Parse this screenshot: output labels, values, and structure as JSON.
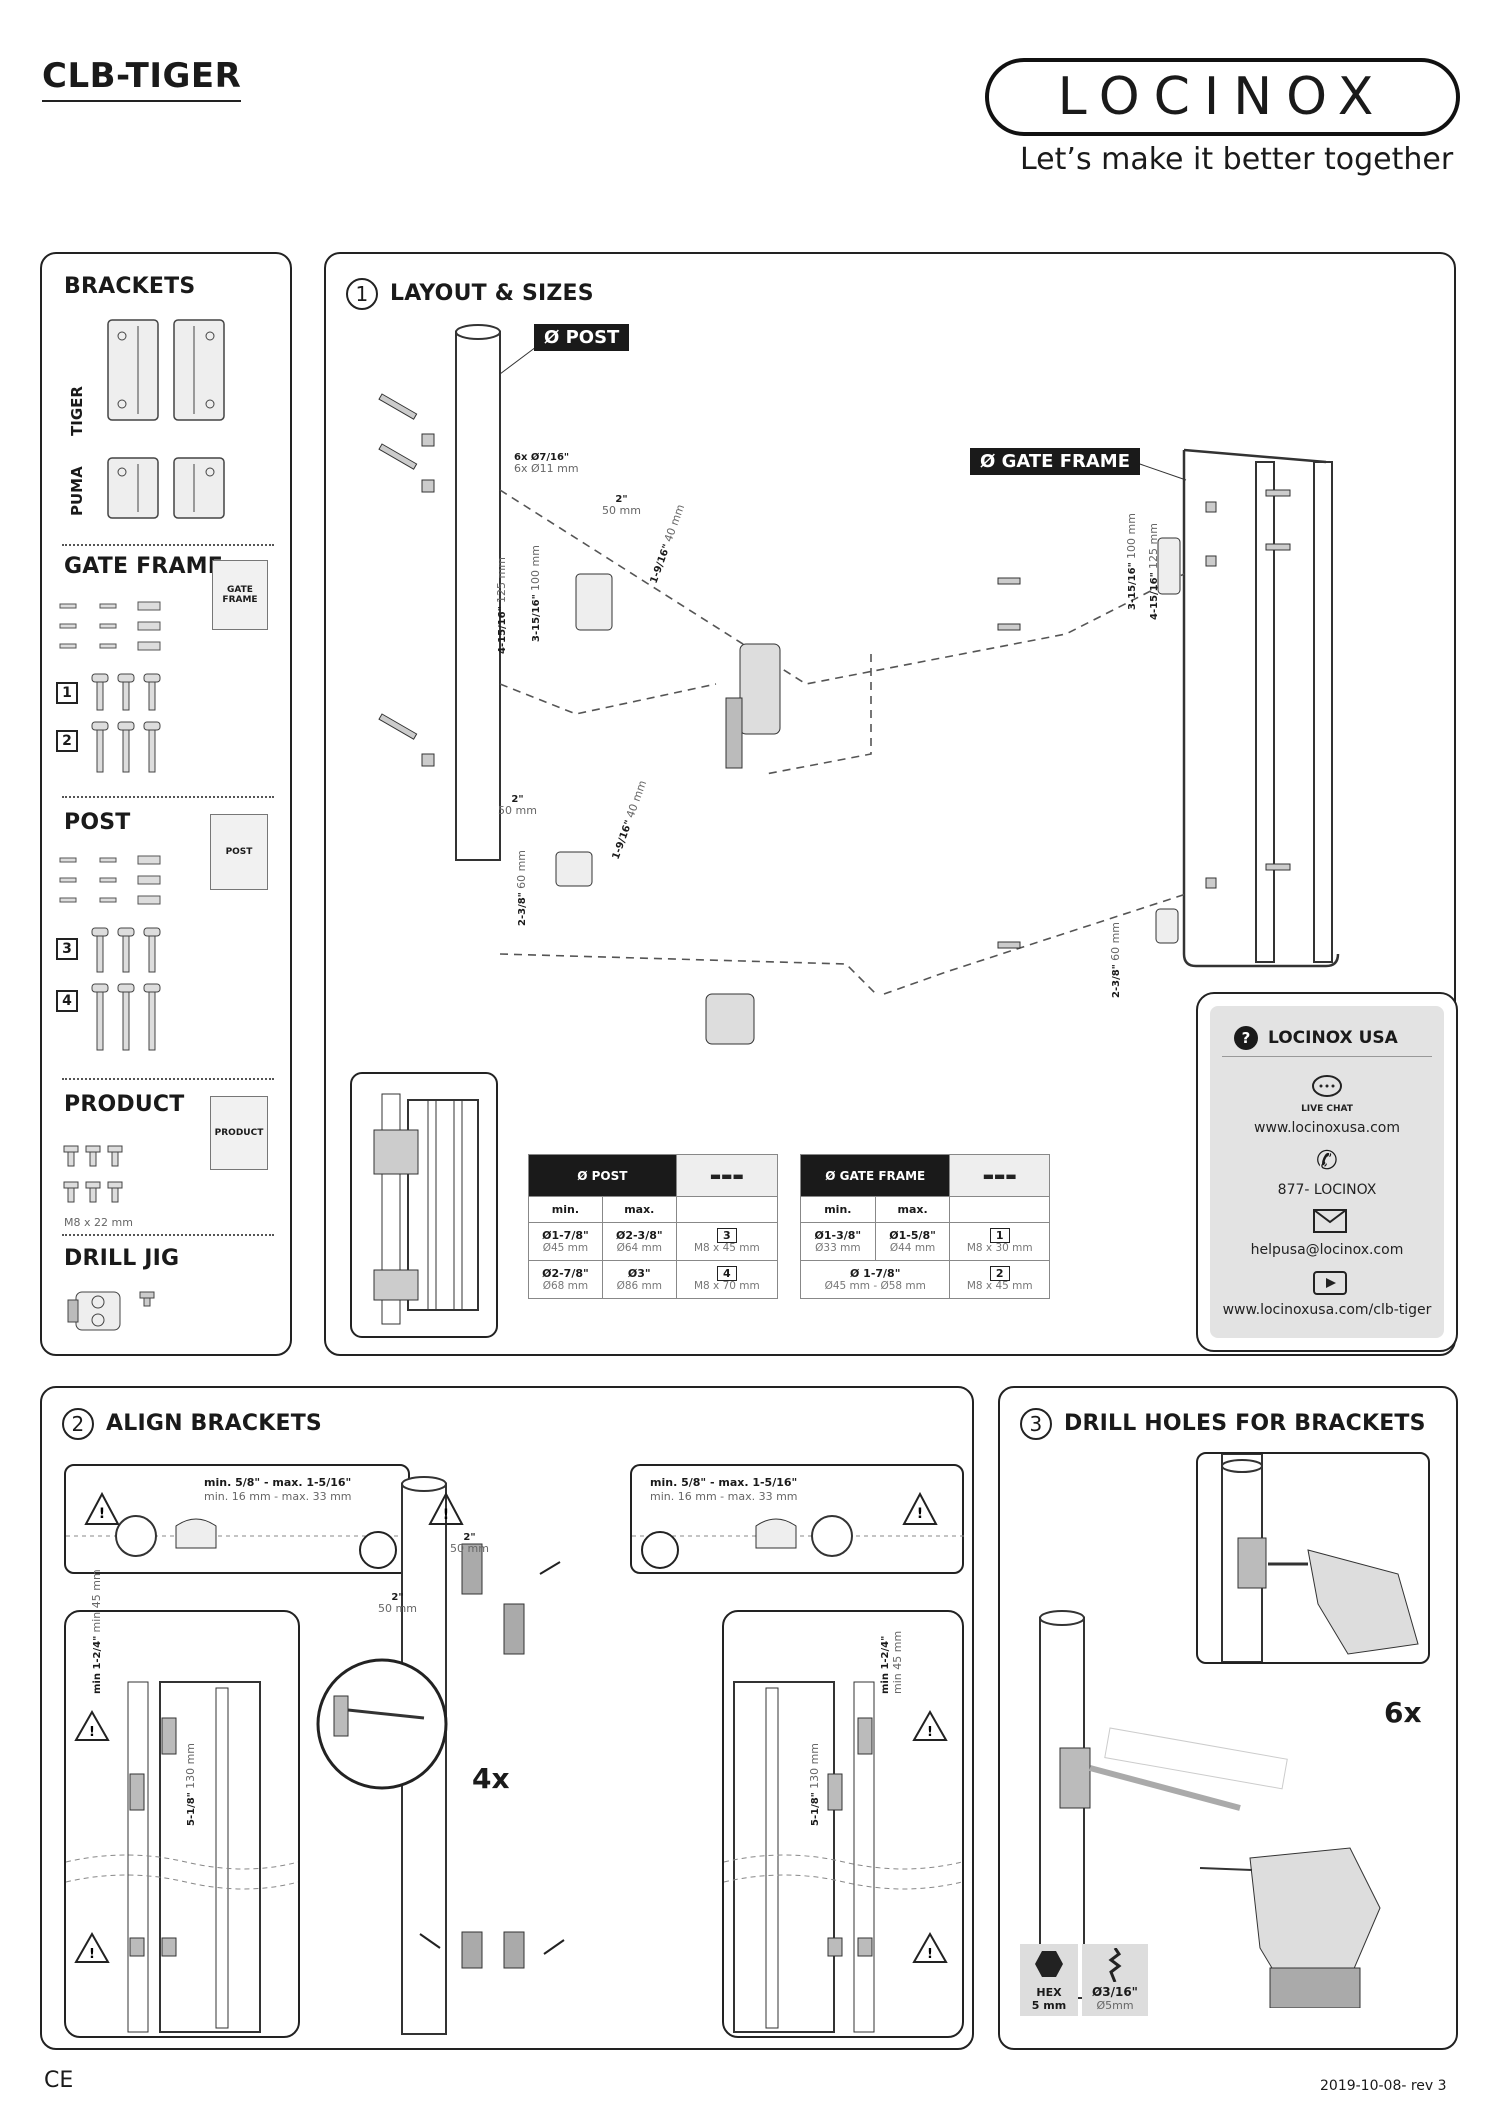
{
  "header": {
    "product": "CLB-TIGER",
    "brand": "LOCINOX",
    "tagline": "Let’s make it better together"
  },
  "sidebar": {
    "brackets_title": "BRACKETS",
    "tiger_label": "TIGER",
    "puma_label": "PUMA",
    "gate_frame_title": "GATE FRAME",
    "gate_frame_bag": "GATE FRAME",
    "gate_frame_kits": [
      "1",
      "2"
    ],
    "post_title": "POST",
    "post_bag": "POST",
    "post_kits": [
      "3",
      "4"
    ],
    "product_title": "PRODUCT",
    "product_bag": "PRODUCT",
    "product_screw": "M8 x 22 mm",
    "drill_jig_title": "DRILL JIG"
  },
  "layout": {
    "step": "1",
    "title": "LAYOUT & SIZES",
    "post_tag": "Ø POST",
    "gate_frame_tag": "Ø GATE FRAME",
    "dims": {
      "holes_in": "6x Ø7/16\"",
      "holes_mm": "6x Ø11 mm",
      "d1_in": "2\"",
      "d1_mm": "50 mm",
      "d2_in": "1-9/16\"",
      "d2_mm": "40 mm",
      "d3_in": "4-15/16\"",
      "d3_mm": "125 mm",
      "d4_in": "3-15/16\"",
      "d4_mm": "100 mm",
      "d5_in": "2\"",
      "d5_mm": "50 mm",
      "d6_in": "1-9/16\"",
      "d6_mm": "40 mm",
      "d7_in": "2-3/8\"",
      "d7_mm": "60 mm",
      "g1_in": "3-15/16\"",
      "g1_mm": "100 mm",
      "g2_in": "4-15/16\"",
      "g2_mm": "125 mm",
      "g3_in": "2-3/8\"",
      "g3_mm": "60 mm"
    },
    "post_table": {
      "header": "Ø POST",
      "col_min": "min.",
      "col_max": "max.",
      "rows": [
        {
          "min": "Ø1-7/8\"",
          "min_mm": "Ø45 mm",
          "max": "Ø2-3/8\"",
          "max_mm": "Ø64 mm",
          "kit": "3",
          "screw": "M8 x 45 mm"
        },
        {
          "min": "Ø2-7/8\"",
          "min_mm": "Ø68 mm",
          "max": "Ø3\"",
          "max_mm": "Ø86 mm",
          "kit": "4",
          "screw": "M8 x 70 mm"
        }
      ]
    },
    "frame_table": {
      "header": "Ø GATE FRAME",
      "col_min": "min.",
      "col_max": "max.",
      "rows": [
        {
          "min": "Ø1-3/8\"",
          "min_mm": "Ø33 mm",
          "max": "Ø1-5/8\"",
          "max_mm": "Ø44 mm",
          "kit": "1",
          "screw": "M8 x 30 mm"
        },
        {
          "single": "Ø 1-7/8\"",
          "single_mm": "Ø45 mm - Ø58 mm",
          "kit": "2",
          "screw": "M8 x 45 mm"
        }
      ]
    }
  },
  "usa": {
    "title": "LOCINOX USA",
    "chat_label": "LIVE CHAT",
    "website": "www.locinoxusa.com",
    "phone": "877- LOCINOX",
    "email": "helpusa@locinox.com",
    "video": "www.locinoxusa.com/clb-tiger"
  },
  "align": {
    "step": "2",
    "title": "ALIGN BRACKETS",
    "gap_in": "min. 5/8\" - max. 1-5/16\"",
    "gap_mm": "min. 16 mm - max. 33 mm",
    "gap_in_r": "min. 5/8\" - max. 1-5/16\"",
    "gap_mm_r": "min. 16 mm - max. 33 mm",
    "min_in": "min 1-2/4\"",
    "min_mm": "min 45 mm",
    "min_in_r": "min 1-2/4\"",
    "min_mm_r": "min 45 mm",
    "span_in": "5-1/8\"",
    "span_mm": "130 mm",
    "span_in_r": "5-1/8\"",
    "span_mm_r": "130 mm",
    "c1_in": "2\"",
    "c1_mm": "50 mm",
    "c2_in": "2\"",
    "c2_mm": "50 mm",
    "count": "4x"
  },
  "drill": {
    "step": "3",
    "title": "DRILL HOLES FOR BRACKETS",
    "count": "6x",
    "hex_label": "HEX",
    "hex_size": "5 mm",
    "bit_in": "Ø3/16\"",
    "bit_mm": "Ø5mm"
  },
  "footer": {
    "ce": "CE",
    "rev": "2019-10-08- rev 3"
  }
}
